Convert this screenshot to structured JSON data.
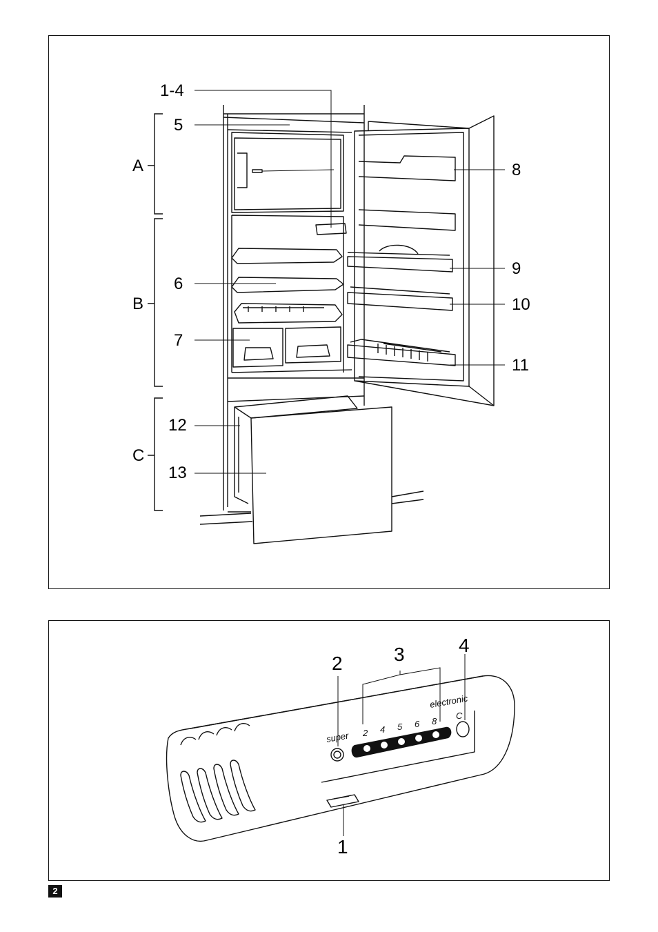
{
  "figure1": {
    "callouts": {
      "c1_4": "1-4",
      "c5": "5",
      "c6": "6",
      "c7": "7",
      "c8": "8",
      "c9": "9",
      "c10": "10",
      "c11": "11",
      "c12": "12",
      "c13": "13"
    },
    "sections": {
      "a": "A",
      "b": "B",
      "c": "C"
    }
  },
  "figure2": {
    "callouts": {
      "c1": "1",
      "c2": "2",
      "c3": "3",
      "c4": "4"
    },
    "panel_labels": {
      "super": "super",
      "electronic": "electronic",
      "c_button": "C"
    },
    "temperature_scale": [
      "2",
      "4",
      "5",
      "6",
      "8"
    ]
  },
  "page_number": "2"
}
